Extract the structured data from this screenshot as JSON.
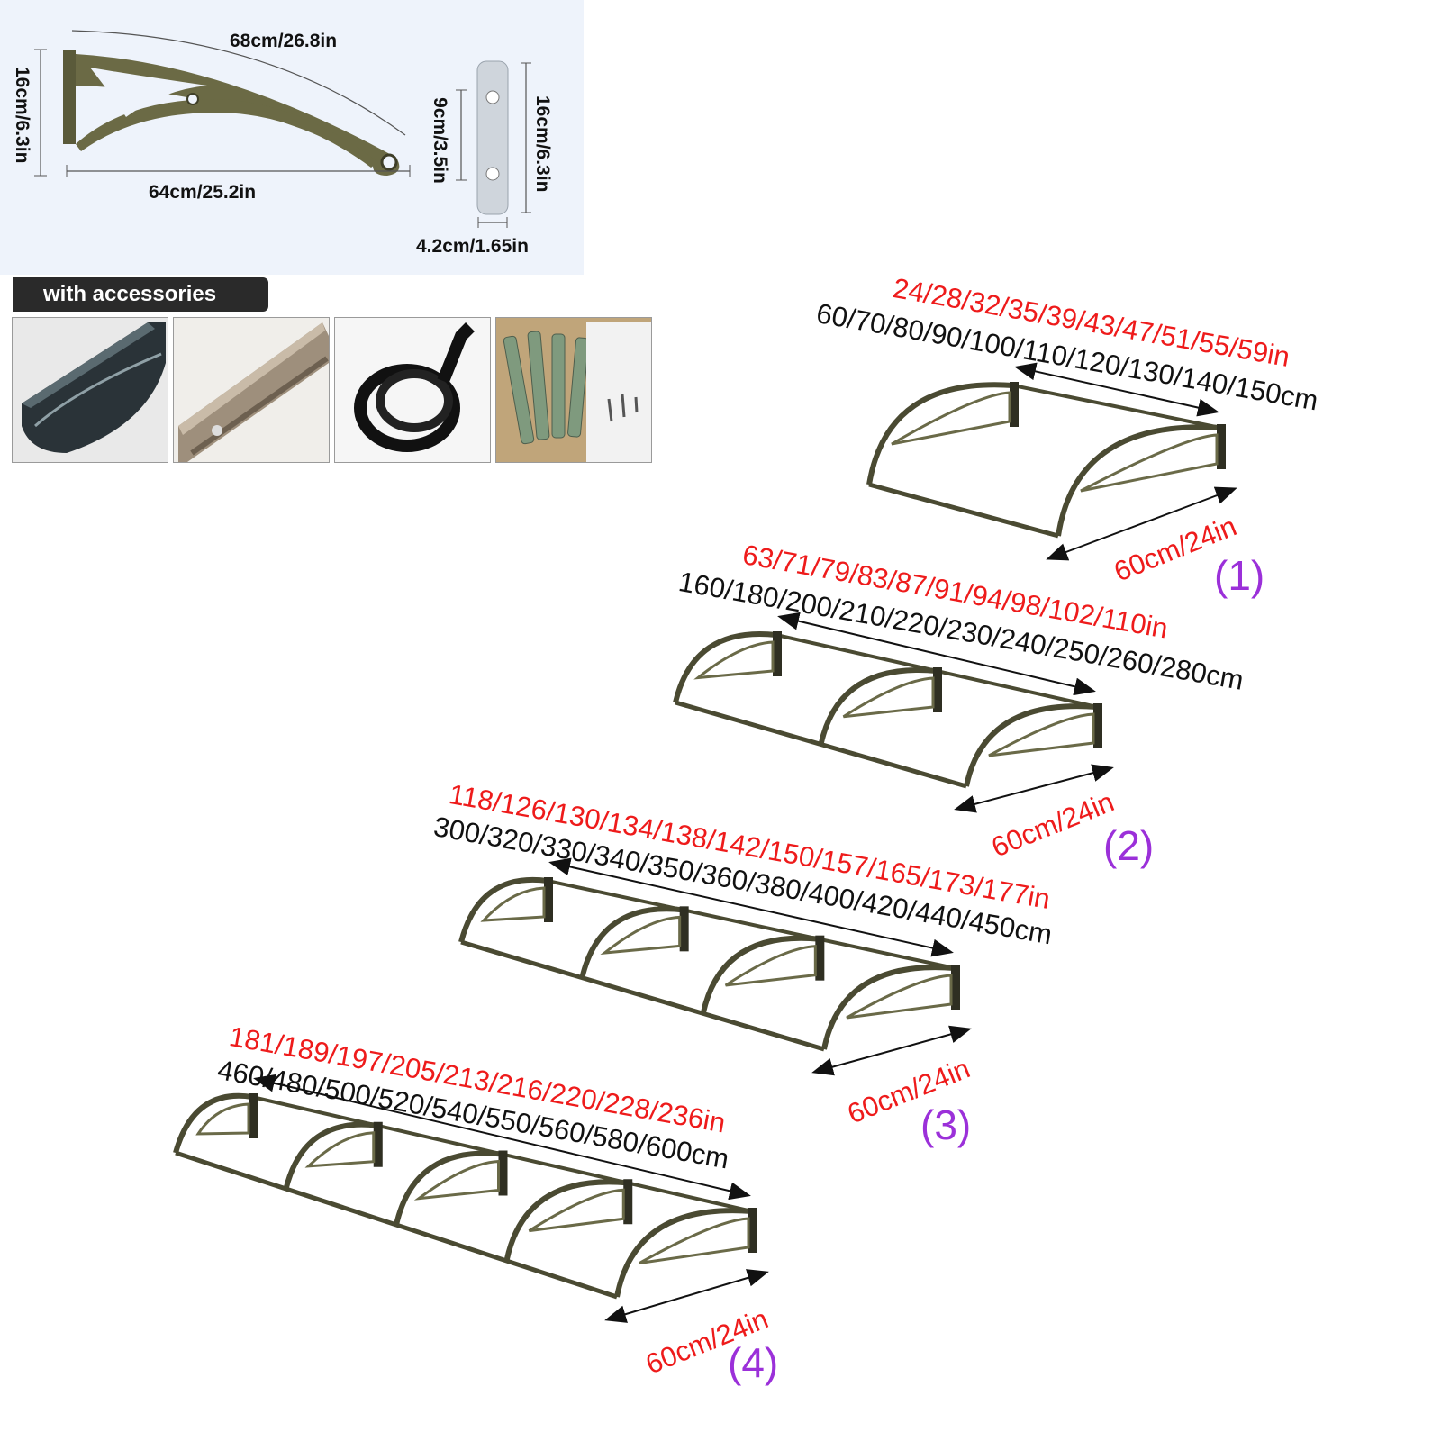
{
  "bracket_dimensions": {
    "arc_length": "68cm/26.8in",
    "height": "16cm/6.3in",
    "depth": "64cm/25.2in"
  },
  "plate_dimensions": {
    "hole_spacing": "9cm/3.5in",
    "height": "16cm/6.3in",
    "width": "4.2cm/1.65in"
  },
  "accessories": {
    "title": "with accessories",
    "items": [
      {
        "icon": "gutter-channel"
      },
      {
        "icon": "aluminum-rail"
      },
      {
        "icon": "rubber-seal-strip"
      },
      {
        "icon": "expansion-bolts-and-screws"
      }
    ]
  },
  "models": [
    {
      "number": "(1)",
      "lengths_in": "24/28/32/35/39/43/47/51/55/59in",
      "lengths_cm": "60/70/80/90/100/110/120/130/140/150cm",
      "depth": "60cm/24in",
      "panels": 1
    },
    {
      "number": "(2)",
      "lengths_in": "63/71/79/83/87/91/94/98/102/110in",
      "lengths_cm": "160/180/200/210/220/230/240/250/260/280cm",
      "depth": "60cm/24in",
      "panels": 2
    },
    {
      "number": "(3)",
      "lengths_in": "118/126/130/134/138/142/150/157/165/173/177in",
      "lengths_cm": "300/320/330/340/350/360/380/400/420/440/450cm",
      "depth": "60cm/24in",
      "panels": 3
    },
    {
      "number": "(4)",
      "lengths_in": "181/189/197/205/213/216/220/228/236in",
      "lengths_cm": "460/480/500/520/540/550/560/580/600cm",
      "depth": "60cm/24in",
      "panels": 4
    }
  ],
  "colors": {
    "frame": "#4a4a32",
    "inch_text": "#ee1b1b",
    "model_number": "#9b30d9",
    "panel_bg": "#eef3fb"
  }
}
